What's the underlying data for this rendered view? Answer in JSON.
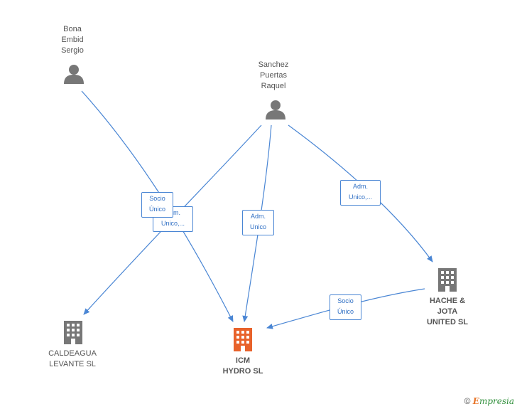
{
  "people": [
    {
      "id": "bona",
      "lines": [
        "Bona",
        "Embid",
        "Sergio"
      ]
    },
    {
      "id": "sanchez",
      "lines": [
        "Sanchez",
        "Puertas",
        "Raquel"
      ]
    }
  ],
  "companies": [
    {
      "id": "caldeagua",
      "lines": [
        "CALDEAGUA",
        "LEVANTE  SL"
      ],
      "highlight": false
    },
    {
      "id": "icm",
      "lines": [
        "ICM",
        "HYDRO  SL"
      ],
      "highlight": true
    },
    {
      "id": "hache",
      "lines": [
        "HACHE &",
        "JOTA",
        "UNITED  SL"
      ],
      "highlight": false
    }
  ],
  "edge_labels": [
    {
      "id": "e-adm-unico-back",
      "lines": [
        "Adm.",
        "Unico,..."
      ]
    },
    {
      "id": "e-socio-unico-left",
      "lines": [
        "Socio",
        "Único"
      ]
    },
    {
      "id": "e-adm-unico-center",
      "lines": [
        "Adm.",
        "Unico"
      ]
    },
    {
      "id": "e-adm-unico-right",
      "lines": [
        "Adm.",
        "Unico,..."
      ]
    },
    {
      "id": "e-socio-unico-right",
      "lines": [
        "Socio",
        "Único"
      ]
    }
  ],
  "colors": {
    "edge": "#4a86d4",
    "person_icon": "#777777",
    "company_icon": "#777777",
    "company_highlight": "#e8622b"
  },
  "copyright": {
    "symbol": "©",
    "brand_first": "E",
    "brand_rest": "mpresia"
  }
}
